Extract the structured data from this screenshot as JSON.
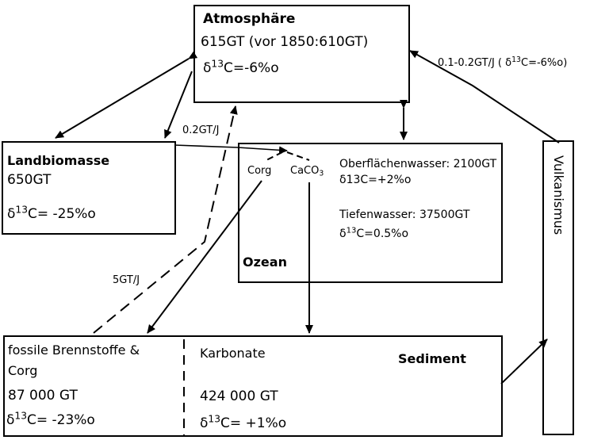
{
  "atmosphere": {
    "title": "Atmosphäre",
    "amount": "615GT (vor 1850:610GT)",
    "delta_prefix": "δ",
    "delta_exp": "13",
    "delta_value": "C=-6%o"
  },
  "land": {
    "title": "Landbiomasse",
    "amount": "650GT",
    "delta_prefix": "δ",
    "delta_exp": "13",
    "delta_value": "C= -25%o"
  },
  "ocean": {
    "title": "Ozean",
    "corg": "Corg",
    "caco3_main": "CaCO",
    "caco3_sub": "3",
    "surface_water": "Oberflächenwasser: 2100GT",
    "surface_delta": "δ13C=+2%o",
    "deep_water": "Tiefenwasser: 37500GT",
    "deep_delta_prefix": "δ",
    "deep_delta_exp": "13",
    "deep_delta_value": "C=0.5%o"
  },
  "volcanism": {
    "label": "Vulkanismus"
  },
  "sediment": {
    "title": "Sediment",
    "fossil_line1": "fossile Brennstoffe &",
    "fossil_line2": "Corg",
    "fossil_amount": "87 000 GT",
    "fossil_delta_prefix": "δ",
    "fossil_delta_exp": "13",
    "fossil_delta_value": "C= -23%o",
    "carbonate_label": "Karbonate",
    "carbonate_amount": "424 000 GT",
    "carbonate_delta_prefix": "δ",
    "carbonate_delta_exp": "13",
    "carbonate_delta_value": "C= +1%o"
  },
  "flows": {
    "land_ocean": "0.2GT/J",
    "fossil_emission": "5GT/J",
    "volcanic_prefix": "0.1-0.2GT/J (  δ",
    "volcanic_exp": "13",
    "volcanic_suffix": "C=-6%o)"
  }
}
